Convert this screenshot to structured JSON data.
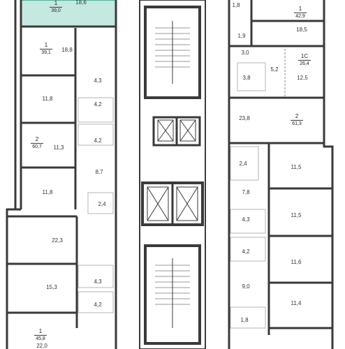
{
  "colors": {
    "wall": "#3a3a3a",
    "highlight": "#c5e8e1",
    "highlight_border": "#2a9a86",
    "line": "#b4b4b4"
  },
  "apartments": [
    {
      "id": "a1",
      "number": "1",
      "area": "39,0",
      "highlighted": true
    },
    {
      "id": "a2",
      "number": "1",
      "area": "39,1"
    },
    {
      "id": "a3",
      "number": "2",
      "area": "60,7"
    },
    {
      "id": "a4",
      "number": "1",
      "area": "45,8"
    },
    {
      "id": "a5",
      "number": "1",
      "area": "42,9"
    },
    {
      "id": "a6",
      "number": "1С",
      "area": "26,4"
    },
    {
      "id": "a7",
      "number": "2",
      "area": "61,3"
    }
  ],
  "rooms": [
    "18,6",
    "18,8",
    "4,3",
    "11,8",
    "4,2",
    "4,2",
    "11,3",
    "8,7",
    "11,8",
    "2,4",
    "22,3",
    "15,3",
    "4,3",
    "4,2",
    "22,0",
    "1,8",
    "18,5",
    "1,9",
    "3,0",
    "5,2",
    "3,8",
    "12,5",
    "23,8",
    "11,5",
    "2,4",
    "7,8",
    "11,5",
    "4,3",
    "4,2",
    "11,6",
    "9,0",
    "11,4",
    "1,8"
  ]
}
